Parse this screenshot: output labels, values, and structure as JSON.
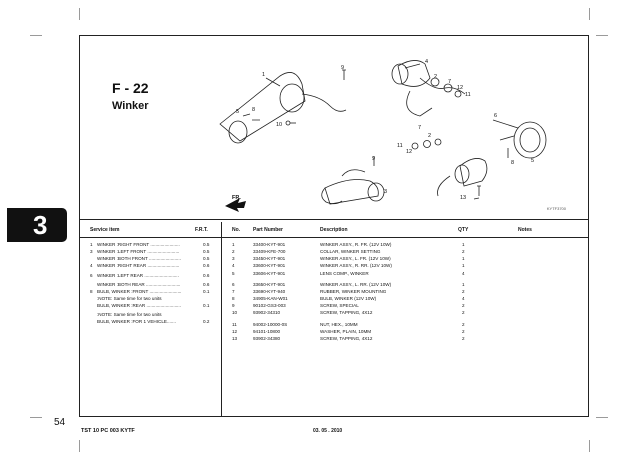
{
  "figure": {
    "code": "F - 22",
    "title": "Winker",
    "ref_code": "KYTF3700"
  },
  "diagram_labels": {
    "fr": "FR.",
    "callouts": [
      "1",
      "9",
      "5",
      "8",
      "10",
      "4",
      "2",
      "7",
      "12",
      "11",
      "6",
      "7",
      "2",
      "11",
      "12",
      "9",
      "3",
      "13",
      "8",
      "5"
    ]
  },
  "table": {
    "headers": {
      "service_item": "Service item",
      "frt": "F.R.T.",
      "no": "No.",
      "part_number": "Part Number",
      "description": "Description",
      "qty": "QTY",
      "notes": "Notes"
    },
    "service_rows": [
      {
        "num": "1",
        "name": "WINKER :RIGHT FRONT .......................",
        "frt": "0.5"
      },
      {
        "num": "3",
        "name": "WINKER :LEFT FRONT .........................",
        "frt": "0.5"
      },
      {
        "num": "",
        "name": "WINKER :BOTH FRONT .........................",
        "frt": "0.5"
      },
      {
        "num": "4",
        "name": "WINKER :RIGHT REAR .........................",
        "frt": "0.6"
      },
      {
        "num": "6",
        "name": "WINKER :LEFT REAR ...........................",
        "frt": "0.6"
      },
      {
        "num": "",
        "name": "WINKER :BOTH REAR ...........................",
        "frt": "0.6"
      },
      {
        "num": "8",
        "name": "BULB, WINKER :FRONT .........................",
        "frt": "0.1"
      },
      {
        "num": "",
        "name": ":NOTE: Same time for two units",
        "frt": ""
      },
      {
        "num": "",
        "name": "BULB, WINKER :REAR ...........................",
        "frt": "0.1"
      },
      {
        "num": "",
        "name": ":NOTE: Same time for two units",
        "frt": ""
      },
      {
        "num": "",
        "name": "BULB, WINKER :FOR 1 VEHICLE.......",
        "frt": "0.2"
      }
    ],
    "parts": [
      {
        "no": "1",
        "pn": "33400-KYT-901",
        "desc": "WINKER ASSY., R. FR. (12V 10W)",
        "qty": "1"
      },
      {
        "no": "2",
        "pn": "33409-KFE-700",
        "desc": "COLLAR, WINKER SETTING",
        "qty": "2"
      },
      {
        "no": "3",
        "pn": "33450-KYT-901",
        "desc": "WINKER ASSY., L. FR. (12V 10W)",
        "qty": "1"
      },
      {
        "no": "4",
        "pn": "33600-KYT-901",
        "desc": "WINKER ASSY., R. RR. (12V 10W)",
        "qty": "1"
      },
      {
        "no": "5",
        "pn": "33606-KYT-901",
        "desc": "LENS COMP., WINKER",
        "qty": "4"
      },
      {
        "no": "6",
        "pn": "33650-KYT-901",
        "desc": "WINKER ASSY., L. RR. (12V 10W)",
        "qty": "1"
      },
      {
        "no": "7",
        "pn": "33690-KYT-940",
        "desc": "RUBBER, WINKER MOUNTING",
        "qty": "2"
      },
      {
        "no": "8",
        "pn": "34905-KAN-W01",
        "desc": "BULB, WINKER (12V 10W)",
        "qty": "4"
      },
      {
        "no": "9",
        "pn": "90102-GS3-003",
        "desc": "SCREW, SPECIAL",
        "qty": "2"
      },
      {
        "no": "10",
        "pn": "93902-34310",
        "desc": "SCREW, TAPPING, 4X12",
        "qty": "2"
      },
      {
        "no": "11",
        "pn": "94002-10000-0S",
        "desc": "NUT, HEX., 10MM",
        "qty": "2"
      },
      {
        "no": "12",
        "pn": "94101-10800",
        "desc": "WASHER, PLAIN, 10MM",
        "qty": "2"
      },
      {
        "no": "13",
        "pn": "93902-34380",
        "desc": "SCREW, TAPPING, 4X12",
        "qty": "2"
      }
    ]
  },
  "chapter": "3",
  "page_number": "54",
  "footer": {
    "doc_code": "TST 10 PC 003 KYTF",
    "date": "03. 05 . 2010"
  }
}
